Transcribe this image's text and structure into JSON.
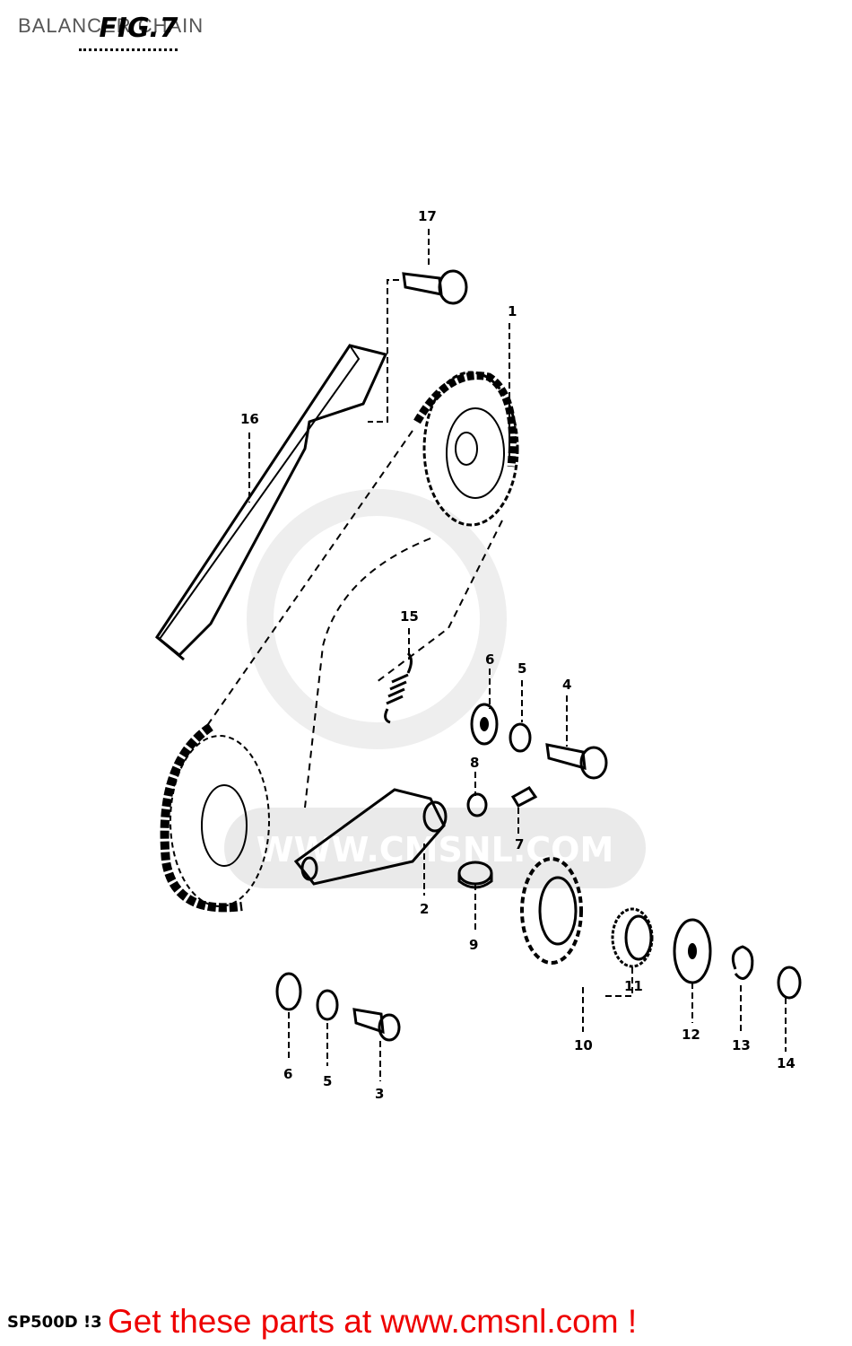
{
  "header": {
    "title": "BALANCER CHAIN",
    "figure_label": "FIG.7"
  },
  "callouts": [
    "1",
    "2",
    "3",
    "4",
    "5",
    "5",
    "6",
    "6",
    "7",
    "8",
    "9",
    "10",
    "11",
    "12",
    "13",
    "14",
    "15",
    "16",
    "17"
  ],
  "watermark": {
    "text": "WWW.CMSNL.COM"
  },
  "footer": {
    "code": "SP500D !3",
    "link_text": "Get these parts at www.cmsnl.com !"
  },
  "colors": {
    "link": "#ee0000",
    "title": "#555555",
    "line": "#000000"
  }
}
